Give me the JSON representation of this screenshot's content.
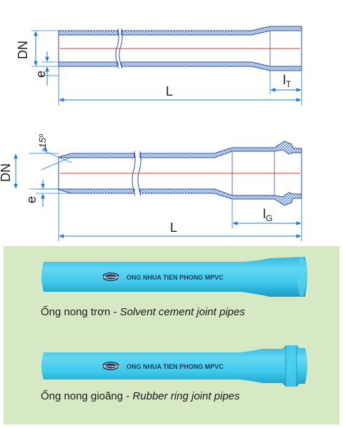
{
  "colors": {
    "dimension": "#1f7ad6",
    "pipe_hatch": "#5b8bd6",
    "centerline": "#e0302a",
    "panel_background": "#d6e8c4",
    "pipe_photo": "#3ec8ea"
  },
  "diagram_solvent": {
    "label_dn": "DN",
    "label_e": "e",
    "label_l": "L",
    "label_lt_main": "l",
    "label_lt_sub": "T"
  },
  "diagram_rubber": {
    "label_angle": "15º",
    "label_dn": "DN",
    "label_e": "e",
    "label_l": "L",
    "label_lg_main": "l",
    "label_lg_sub": "G"
  },
  "photos": {
    "brand_text": "ONG NHUA TIEN PHONG MPVC",
    "logo_text": "TIEN PHONG",
    "solvent": {
      "caption_vi": "Ống nong trơn - ",
      "caption_en": "Solvent cement joint pipes"
    },
    "rubber": {
      "caption_vi": "Ống nong gioăng - ",
      "caption_en": "Rubber ring joint pipes"
    }
  }
}
